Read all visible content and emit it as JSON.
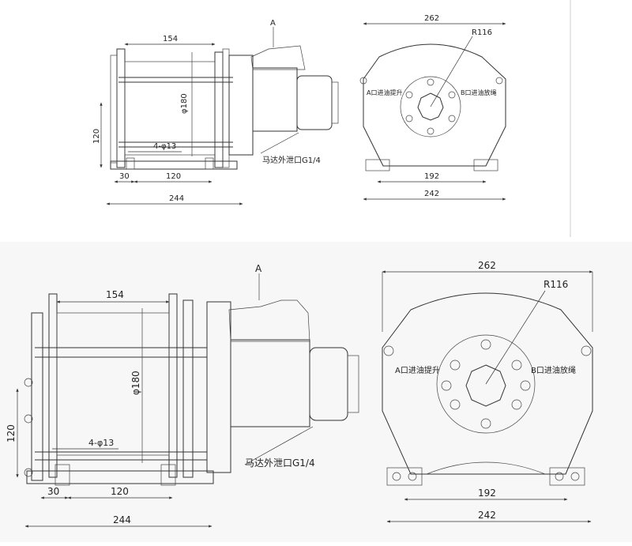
{
  "views": {
    "top": {
      "side": {
        "section_mark": "A",
        "dim_drum_length": "154",
        "dim_drum_diameter": "φ180",
        "dim_height": "120",
        "dim_holes": "4-φ13",
        "dim_flange": "30",
        "dim_base": "120",
        "dim_total": "244",
        "drain_label": "马达外泄口G1/4"
      },
      "front": {
        "dim_width": "262",
        "dim_radius": "R116",
        "port_a": "A口进油提升",
        "port_b": "B口进油放绳",
        "dim_mount": "192",
        "dim_base": "242"
      }
    },
    "bottom": {
      "side": {
        "section_mark": "A",
        "dim_drum_length": "154",
        "dim_drum_diameter": "φ180",
        "dim_height": "120",
        "dim_holes": "4-φ13",
        "dim_flange": "30",
        "dim_base": "120",
        "dim_total": "244",
        "drain_label": "马达外泄口G1/4"
      },
      "front": {
        "dim_width": "262",
        "dim_radius": "R116",
        "port_a": "A口进油提升",
        "port_b": "B口进油放绳",
        "dim_mount": "192",
        "dim_base": "242"
      }
    }
  }
}
